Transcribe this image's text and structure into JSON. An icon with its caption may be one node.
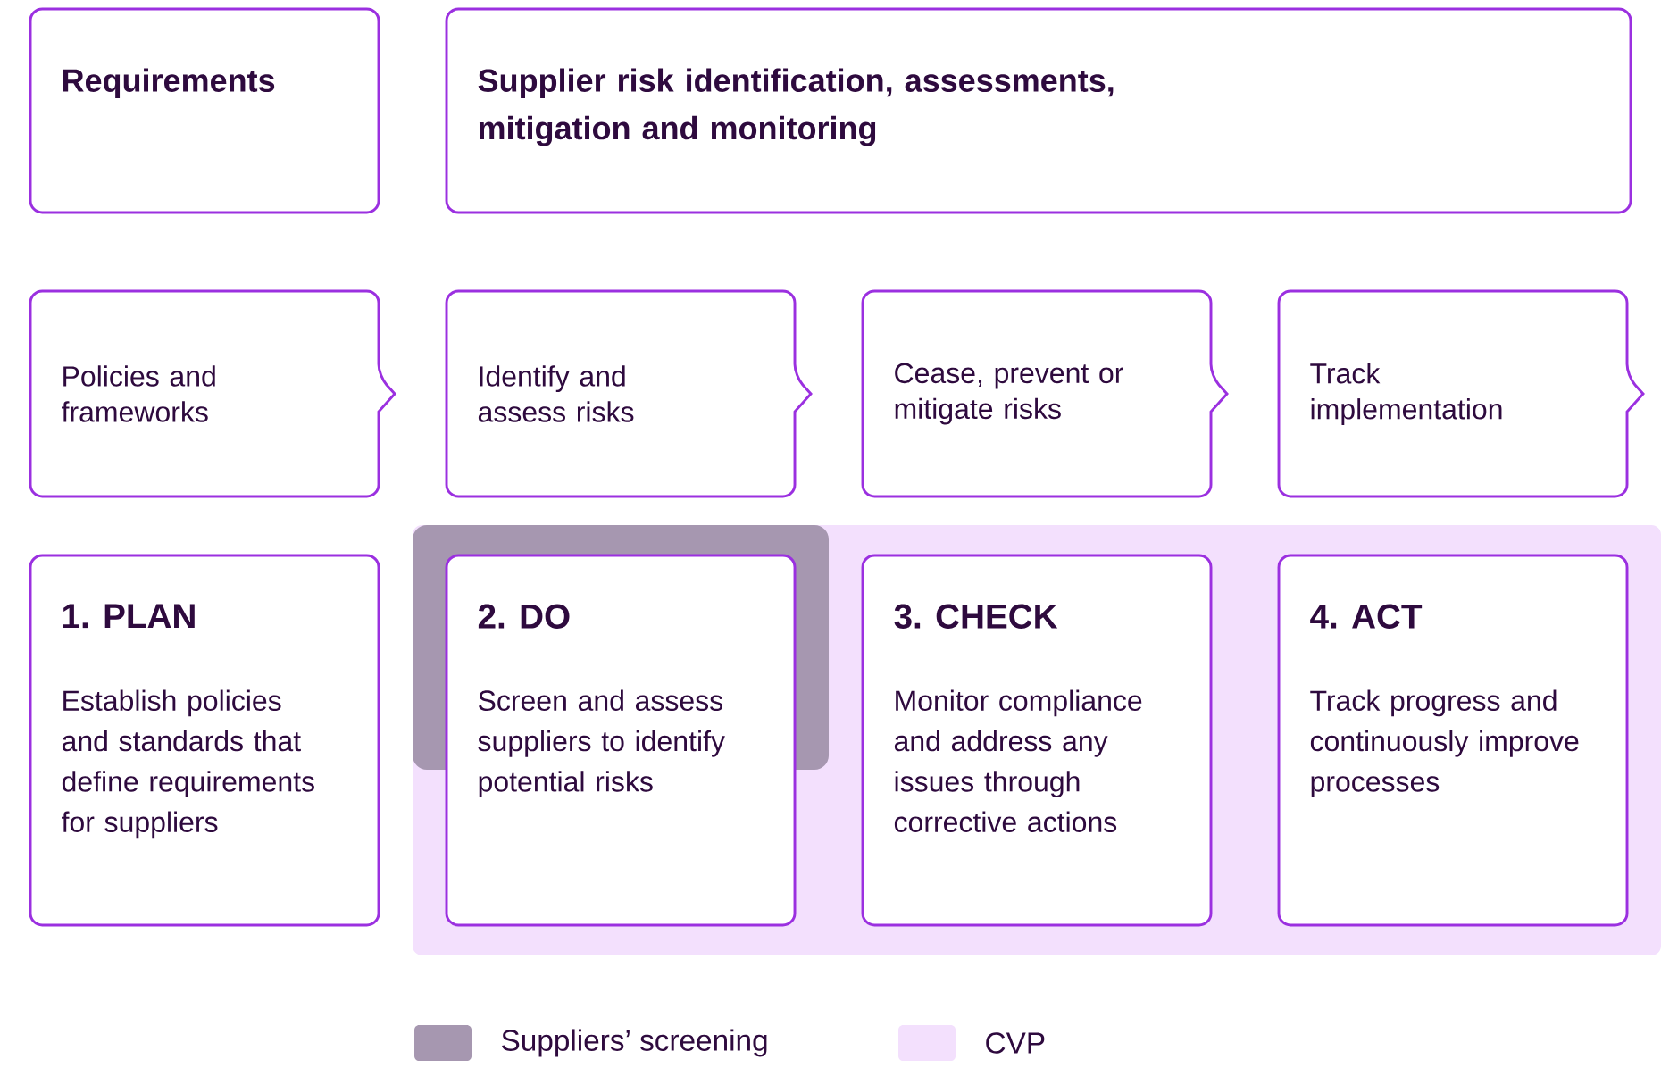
{
  "diagram": {
    "nodes": [
      {
        "text": [
          "Requirements"
        ]
      },
      {
        "text": [
          "Supplier risk identification, assessments, mitigation and monitoring"
        ]
      },
      {
        "text": [
          "Policies and frameworks"
        ]
      },
      {
        "text": [
          "Identify and assess risks"
        ]
      },
      {
        "text": [
          "Cease, prevent or mitigate risks"
        ]
      },
      {
        "text": [
          "Track implementation"
        ]
      },
      {
        "text": [
          "1. PLAN",
          "Establish policies and standards that define requirements for suppliers"
        ]
      },
      {
        "text": [
          "2. DO",
          "Screen and assess suppliers to identify potential risks"
        ]
      },
      {
        "text": [
          "3. CHECK",
          "Monitor compliance and address any issues through corrective actions"
        ]
      },
      {
        "text": [
          "4. ACT",
          "Track progress and continuously improve processes"
        ]
      }
    ],
    "legend": [
      {
        "text": "Suppliers’ screening",
        "color": "#a697b0"
      },
      {
        "text": "CVP",
        "color": "#f3e0fd"
      }
    ]
  }
}
